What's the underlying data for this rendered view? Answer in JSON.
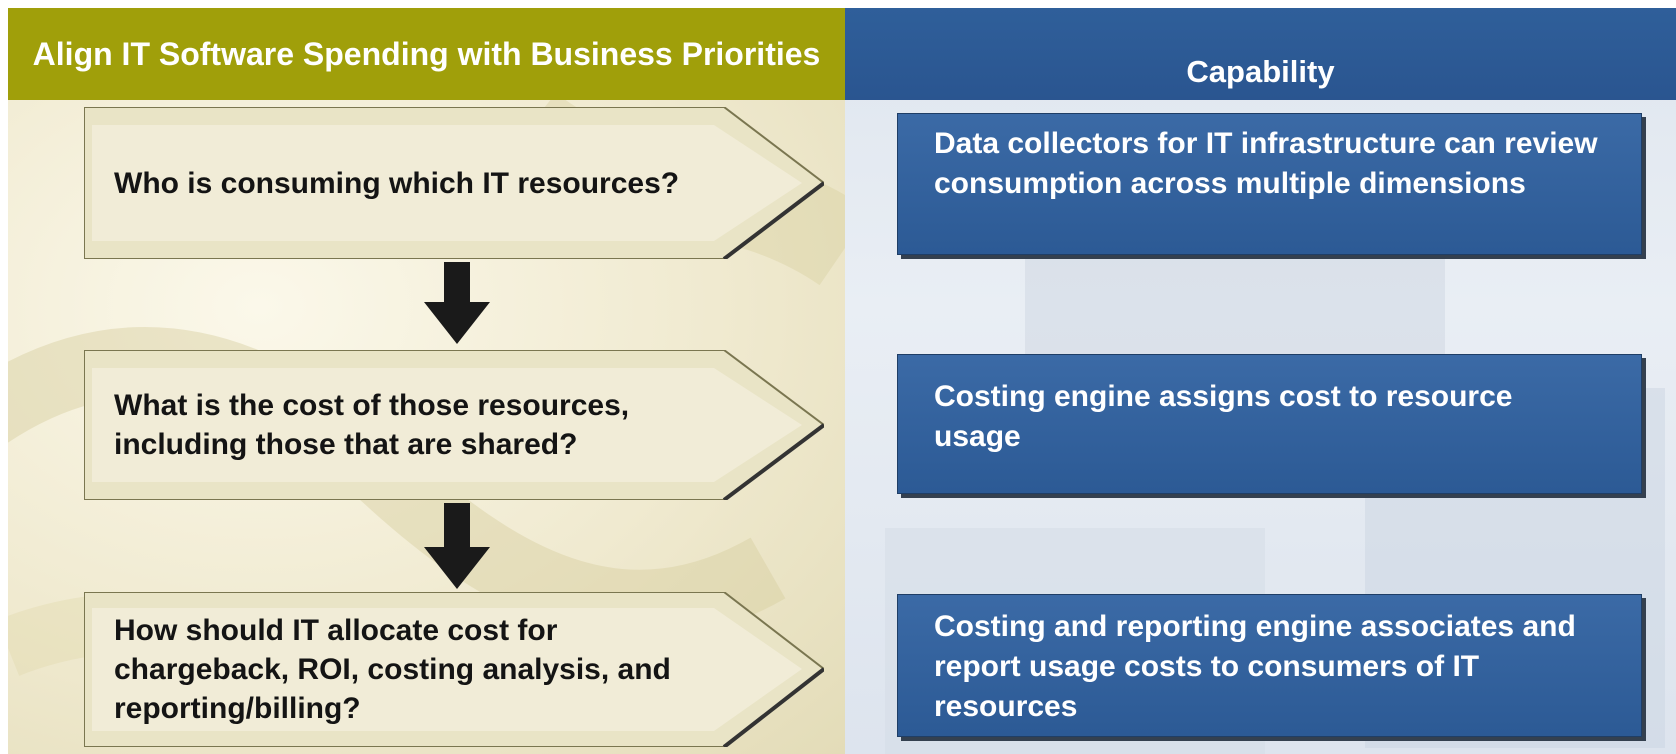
{
  "headers": {
    "left": "Align IT Software Spending with Business Priorities",
    "right": "Capability"
  },
  "questions": [
    "Who is consuming which IT resources?",
    "What is the cost of those resources, including those that are shared?",
    "How should IT allocate cost for chargeback, ROI, costing analysis, and reporting/billing?"
  ],
  "capabilities": [
    "Data collectors for IT infrastructure can review consumption across multiple dimensions",
    "Costing engine assigns cost to resource usage",
    "Costing and reporting engine associates and report usage costs to consumers of IT resources"
  ],
  "colors": {
    "left_header": "#a09f0a",
    "right_header": "#2f5f9a",
    "capability_box": "#3b6aa6",
    "arrow": "#1a1a1a"
  }
}
